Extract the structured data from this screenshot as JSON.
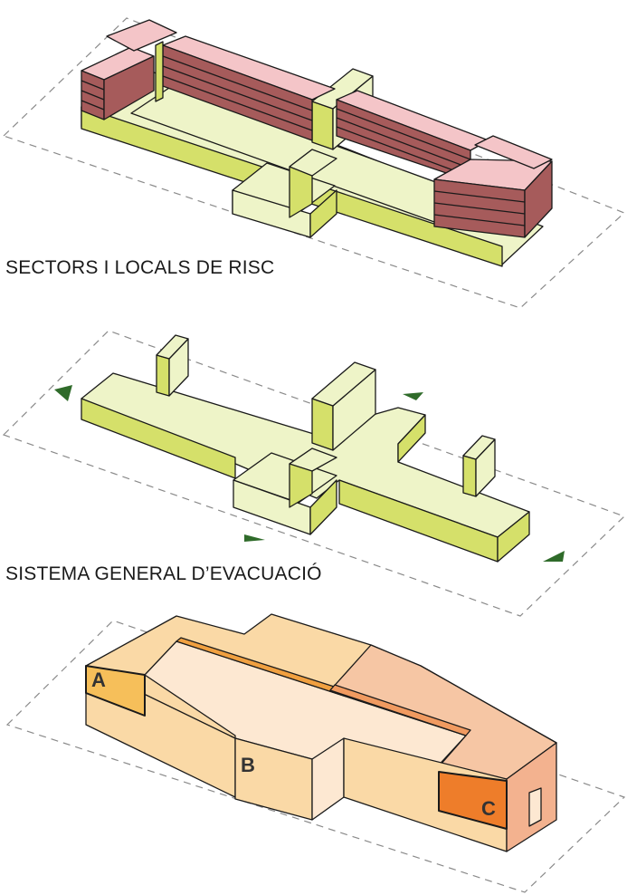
{
  "captions": {
    "sectors": "SECTORS I LOCALS DE RISC",
    "evacuation": "SISTEMA GENERAL D’EVACUACIÓ"
  },
  "zones": {
    "a": "A",
    "b": "B",
    "c": "C"
  },
  "colors": {
    "lime_top": "#eef4c8",
    "lime_side": "#d5e06a",
    "lime_dark": "#c6d35a",
    "pink_top": "#f4c5c8",
    "maroon": "#a65b5b",
    "arrow_green": "#2f6b2a",
    "orange_light": "#fde4c4",
    "orange_mid": "#f6bf7e",
    "orange_strong": "#f0a040",
    "orange_deep": "#ee7d2a",
    "salmon": "#f3b28f"
  }
}
